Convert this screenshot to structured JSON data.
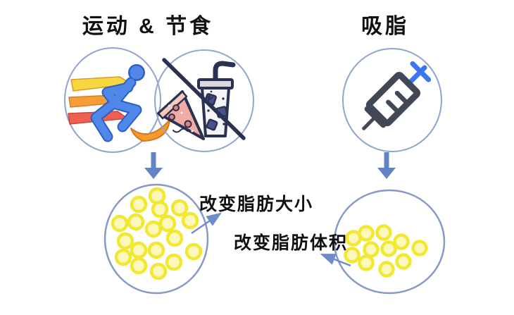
{
  "page": {
    "background": "#ffffff",
    "type": "fat-reduction-comparison-infographic"
  },
  "methods": {
    "exercise_diet": {
      "title": "运动 & 节食",
      "icons": [
        "running-person-icon",
        "no-junk-food-icon"
      ]
    },
    "liposuction": {
      "title": "吸脂",
      "icons": [
        "syringe-icon"
      ]
    }
  },
  "results": {
    "exercise_diet": {
      "label": "改变脂肪大小",
      "fat_cell_count": 18
    },
    "liposuction": {
      "label": "改变脂肪体积",
      "fat_cell_count": 11
    }
  },
  "colors": {
    "circle_outline": "#93a5cd",
    "runner_blue": "#4f88e8",
    "runner_blue_outline": "#2e5fc0",
    "speed_line_yellow": "#f8d63f",
    "speed_line_orange": "#f59d38",
    "speed_line_red": "#ee5f52",
    "swoosh_orange": "#f59a2e",
    "icon_outline_navy": "#2b3150",
    "pizza_fill": "#f2aca3",
    "pizza_crust": "#f6c9bd",
    "ice_cube_blue": "#475489",
    "syringe_gray": "#434859",
    "plunger_blue": "#3b76f0",
    "flow_arrow_blue": "#6283c6",
    "label_arrow_blue": "#6d8cc9",
    "fat_cell_ring": "#f2e832",
    "fat_cell_fill": "#fcf8bb",
    "title_text": "#111111"
  }
}
